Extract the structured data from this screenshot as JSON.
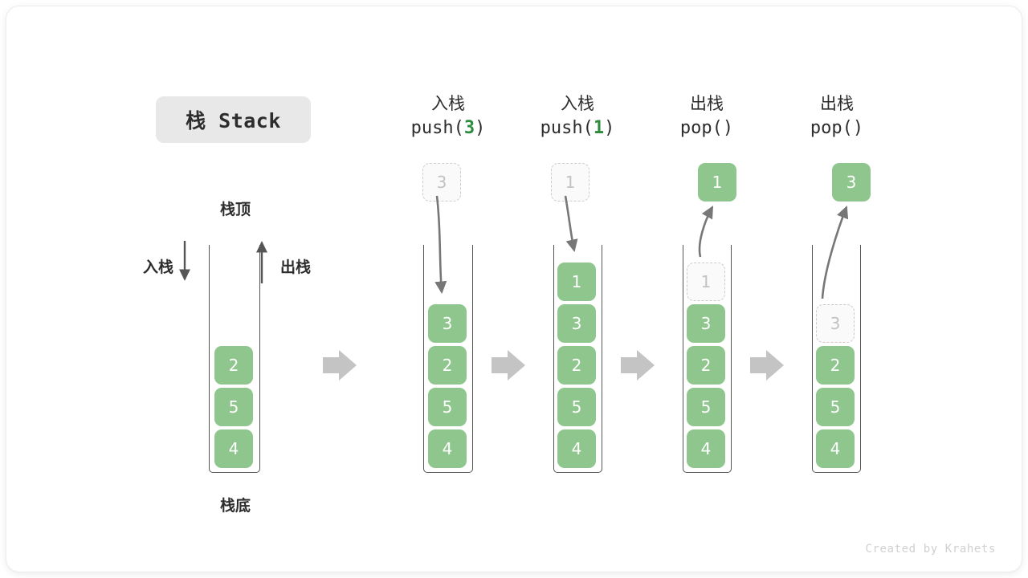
{
  "diagram": {
    "title_badge": "栈 Stack",
    "footer": "Created by Krahets",
    "accent_green": "#8ec68e",
    "code_green": "#2e8b3d",
    "arrow_gray": "#808080",
    "ghost_gray": "#c2c2c2"
  },
  "base_stack": {
    "top_label": "栈顶",
    "bottom_label": "栈底",
    "push_label": "入栈",
    "pop_label": "出栈",
    "items": [
      "2",
      "5",
      "4"
    ]
  },
  "steps": [
    {
      "cjk": "入栈",
      "code_prefix": "push(",
      "code_value": "3",
      "code_suffix": ")",
      "incoming": "3",
      "incoming_kind": "ghost",
      "items": [
        "3",
        "2",
        "5",
        "4"
      ],
      "ghost_index": -1
    },
    {
      "cjk": "入栈",
      "code_prefix": "push(",
      "code_value": "1",
      "code_suffix": ")",
      "incoming": "1",
      "incoming_kind": "ghost",
      "items": [
        "1",
        "3",
        "2",
        "5",
        "4"
      ],
      "ghost_index": -1
    },
    {
      "cjk": "出栈",
      "code_prefix": "pop(",
      "code_value": "",
      "code_suffix": ")",
      "incoming": "1",
      "incoming_kind": "solid",
      "items": [
        "1",
        "3",
        "2",
        "5",
        "4"
      ],
      "ghost_index": 0
    },
    {
      "cjk": "出栈",
      "code_prefix": "pop(",
      "code_value": "",
      "code_suffix": ")",
      "incoming": "3",
      "incoming_kind": "solid",
      "items": [
        "3",
        "2",
        "5",
        "4"
      ],
      "ghost_index": 0
    }
  ],
  "flow_arrows": [
    "step-arrow-1",
    "step-arrow-2",
    "step-arrow-3",
    "step-arrow-4"
  ]
}
